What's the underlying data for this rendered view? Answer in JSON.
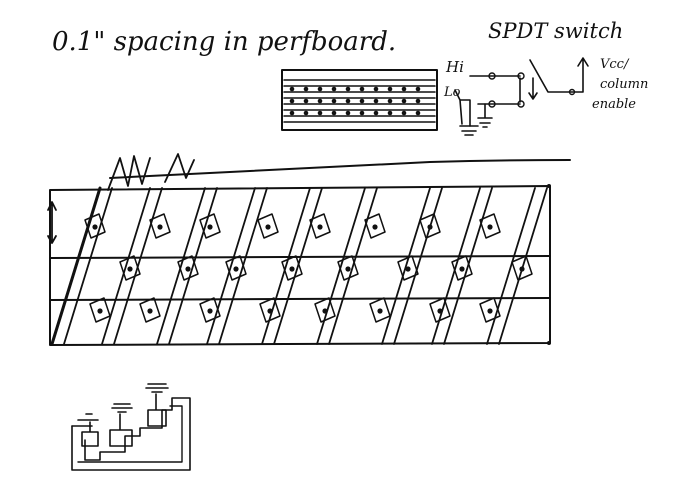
{
  "title": "0.1\" spacing in perfboard.",
  "switch": {
    "title": "SPDT switch",
    "hi_label": "Hi",
    "lo_label": "Lo",
    "vcc_lines": [
      "Vcc/",
      "column",
      "enable"
    ]
  },
  "ink_color": "#111111"
}
